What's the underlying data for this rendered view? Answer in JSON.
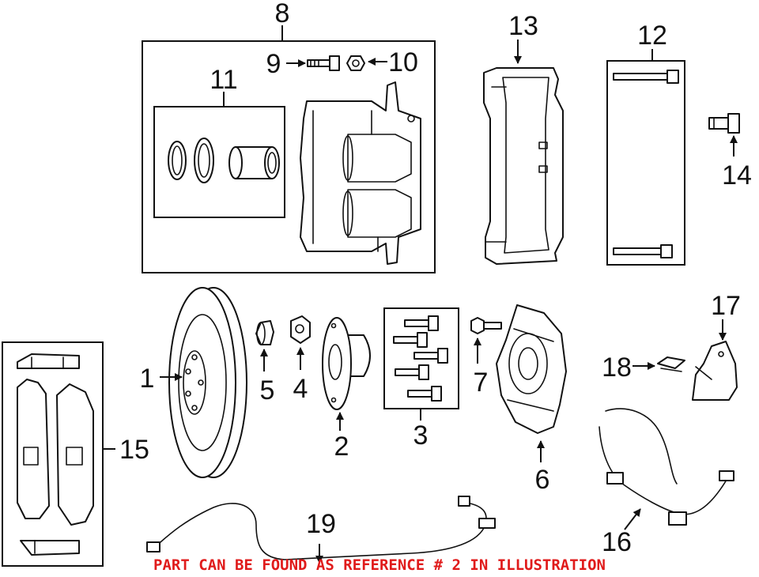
{
  "callouts": {
    "c1": "1",
    "c2": "2",
    "c3": "3",
    "c4": "4",
    "c5": "5",
    "c6": "6",
    "c7": "7",
    "c8": "8",
    "c9": "9",
    "c10": "10",
    "c11": "11",
    "c12": "12",
    "c13": "13",
    "c14": "14",
    "c15": "15",
    "c16": "16",
    "c17": "17",
    "c18": "18",
    "c19": "19"
  },
  "note": "PART CAN BE FOUND AS REFERENCE # 2 IN ILLUSTRATION",
  "colors": {
    "line": "#111111",
    "note": "#e01b1b",
    "background": "#ffffff"
  }
}
